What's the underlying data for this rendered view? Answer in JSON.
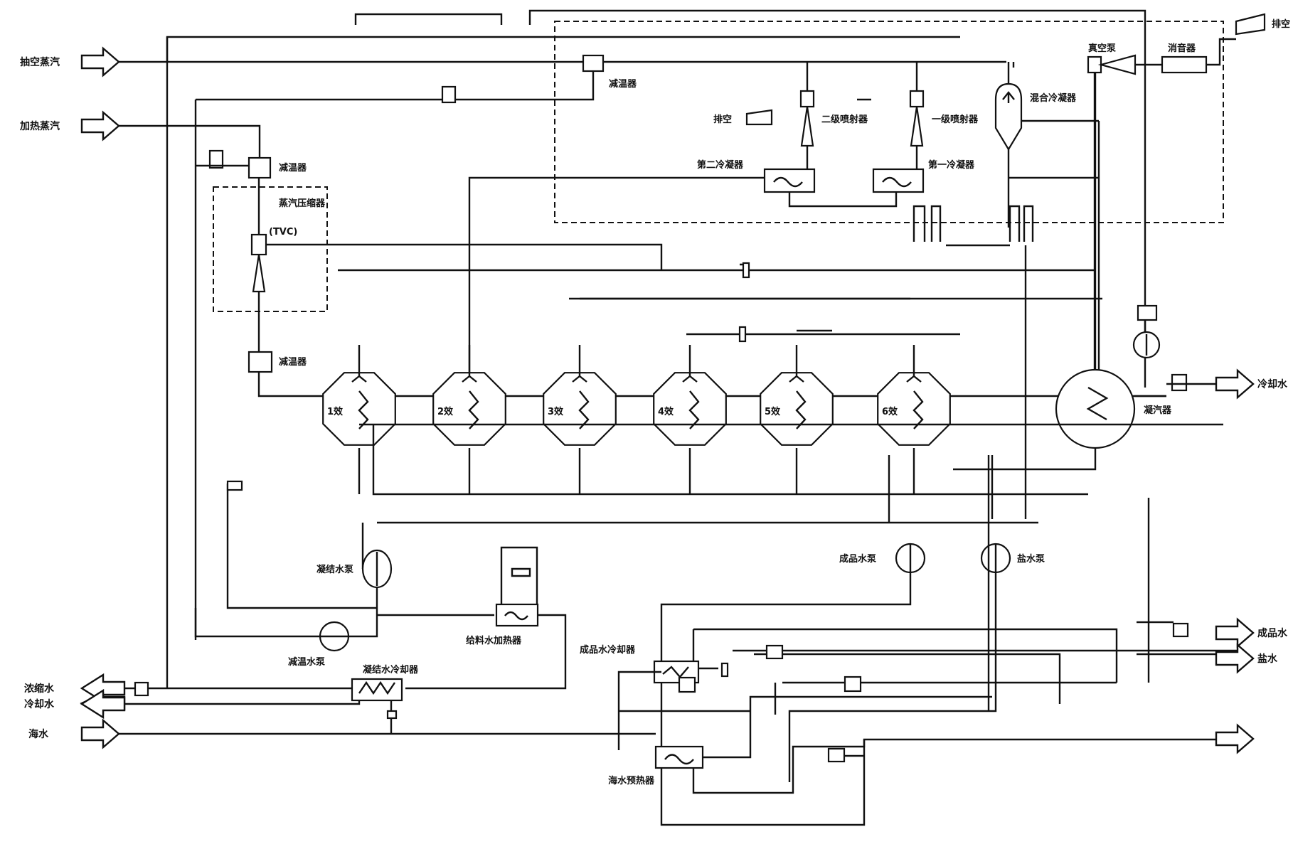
{
  "inputs": {
    "motive_steam": "抽空蒸汽",
    "heating_steam": "加热蒸汽",
    "seawater": "海水"
  },
  "outputs": {
    "concentrated_brine": "浓缩水",
    "cooling_water": "冷却水",
    "product_water": "成品水",
    "cooling_water_right": "冷却水",
    "brine_discharge": "盐水",
    "vent": "排空",
    "vent_mid": "排空"
  },
  "components": {
    "desuperheater_top": "减温器",
    "desuperheater_left": "减温器",
    "desuperheater_lower": "减温器",
    "thermocompressor_group": "蒸汽压缩器",
    "thermocompressor_temp": "(TVC)",
    "second_ejector": "二级喷射器",
    "first_ejector": "一级喷射器",
    "mixing_condenser": "混合冷凝器",
    "second_cooler": "第二冷凝器",
    "first_cooler": "第一冷凝器",
    "condenser": "凝汽器",
    "silencer": "消音器",
    "vacuum_pump": "真空泵",
    "feed_pump": "凝结水泵",
    "desuperheat_pump": "减温水泵",
    "product_pump": "成品水泵",
    "brine_pump": "盐水泵",
    "feed_heater": "给料水加热器",
    "product_cooler": "成品水冷却器",
    "condensate_cooler": "凝结水冷却器",
    "seawater_preheater": "海水预热器"
  },
  "effects": [
    "1效",
    "2效",
    "3效",
    "4效",
    "5效",
    "6效"
  ]
}
